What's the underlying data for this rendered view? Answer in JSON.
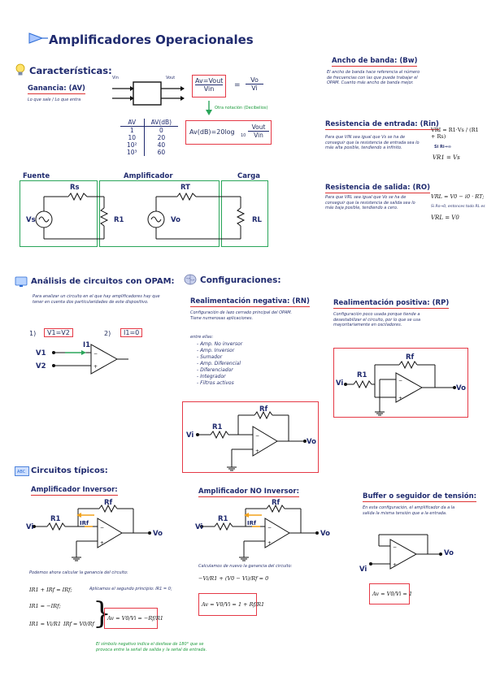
{
  "header": {
    "title": "Amplificadores Operacionales"
  },
  "caracteristicas": {
    "title": "Características:",
    "ganancia": {
      "title": "Ganancia: (AV)",
      "desc": "Lo que sale / Lo que entra"
    },
    "block": {
      "vin": "Vin",
      "vout": "Vout"
    },
    "formula_av": "Av=Vout/Vin",
    "formula_av_num": "Av=Vout",
    "formula_av_den": "Vin",
    "formula_eq": "=",
    "formula_vo": "Vo",
    "formula_vi": "Vi",
    "otra_notacion": "Otra notación (Decibelios)",
    "db_formula": "Av(dB)=20log10 Vout/Vin",
    "db_left": "Av(dB)=20log",
    "db_sub": "10",
    "db_num": "Vout",
    "db_den": "Vin",
    "table": {
      "headers": [
        "AV",
        "AV(dB)"
      ],
      "rows": [
        [
          "1",
          "0"
        ],
        [
          "10",
          "20"
        ],
        [
          "10²",
          "40"
        ],
        [
          "10³",
          "60"
        ]
      ]
    },
    "fuente": "Fuente",
    "amplificador": "Amplificador",
    "carga": "Carga",
    "rs": "Rs",
    "vs": "Vs",
    "r1": "R1",
    "rt": "RT",
    "vo": "Vo",
    "rl": "RL"
  },
  "ancho_banda": {
    "title": "Ancho de banda: (Bw)",
    "desc": "El ancho de banda hace referencia al número de frecuencias con las que puede trabajar el OPAM. Cuanto más ancho de banda mejor."
  },
  "resistencia_entrada": {
    "title": "Resistencia de entrada: (Rin)",
    "desc": "Para que VIN sea igual que Vs se ha de conseguir que la resistencia de entrada sea lo más alta posible, tendiendo a infinito.",
    "formula": "VRI = R1·Vs / (R1 + Rs)",
    "note": "Si Ri→∞",
    "result": "VR1 = Vs"
  },
  "resistencia_salida": {
    "title": "Resistencia de salida: (RO)",
    "desc": "Para que VRL sea igual que Vo se ha de conseguir que la resistencia de salida sea lo más baja posible, tendiendo a cero.",
    "formula": "VRL = V0 − i0 · RT;",
    "note": "Si Ro→0, entonces todo RL es",
    "result": "VRL = V0"
  },
  "analisis": {
    "title": "Análisis de circuitos con OPAM:",
    "desc": "Para analizar un circuito en el que hay amplificadores hay que tener en cuenta dos particularidades de este dispositivo.",
    "item1_num": "1)",
    "item1": "V1=V2",
    "item2_num": "2)",
    "item2": "I1=0",
    "i1": "I1",
    "v1": "V1",
    "v2": "V2"
  },
  "configuraciones": {
    "title": "Configuraciones:",
    "negativa": {
      "title": "Realimentación negativa: (RN)",
      "desc": "Configuración de lazo cerrado principal del OPAM. Tiene numerosas aplicaciones.",
      "entre_ellas": "entre ellas:",
      "items": [
        "Amp. No inversor",
        "Amp. Inversor",
        "Sumador",
        "Amp. Diferencial",
        "Diferenciador",
        "Integrador",
        "Filtros activos"
      ]
    },
    "positiva": {
      "title": "Realimentación positiva: (RP)",
      "desc": "Configuración poco usada porque tiende a desestabilizar el circuito, por lo que se usa mayoritariamente en osciladores."
    },
    "rf": "Rf",
    "r1": "R1",
    "vi": "Vi",
    "vo": "Vo"
  },
  "circuitos": {
    "title": "Circuitos típicos:",
    "inversor": {
      "title": "Amplificador Inversor:",
      "desc": "Podemos ahora calcular la ganancia del circuito:",
      "eq1": "IR1 + IRf = IRf;",
      "eq1_note": "Aplicamos el segundo principio: IR1 = 0;",
      "eq2": "IR1 = −IRf;",
      "eq3a": "IR1 = Vi/R1",
      "eq3b": "IRf = V0/Rf",
      "gain": "Av = V0/Vi = −Rf/R1",
      "note": "El símbolo negativo indica el desfase de 180° que se provoca entre la señal de salida y la señal de entrada."
    },
    "no_inversor": {
      "title": "Amplificador NO Inversor:",
      "desc": "Calculamos de nuevo la ganancia del circuito:",
      "eq": "−Vi/R1 + (V0 − Vi)/Rf = 0",
      "gain": "Av = V0/Vi = 1 + Rf/R1"
    },
    "buffer": {
      "title": "Buffer o seguidor de tensión:",
      "desc": "En esta configuración, el amplificador da a la salida la misma tensión que a la entrada.",
      "gain": "Av = V0/Vi = 1"
    },
    "rf": "Rf",
    "r1": "R1",
    "vi": "Vi",
    "vo": "Vo",
    "irf": "IRf"
  },
  "colors": {
    "red": "#e53946",
    "green": "#2aa55a",
    "navy": "#1f2a6e",
    "orange": "#f2a21b",
    "blue": "#2a6ad4"
  }
}
